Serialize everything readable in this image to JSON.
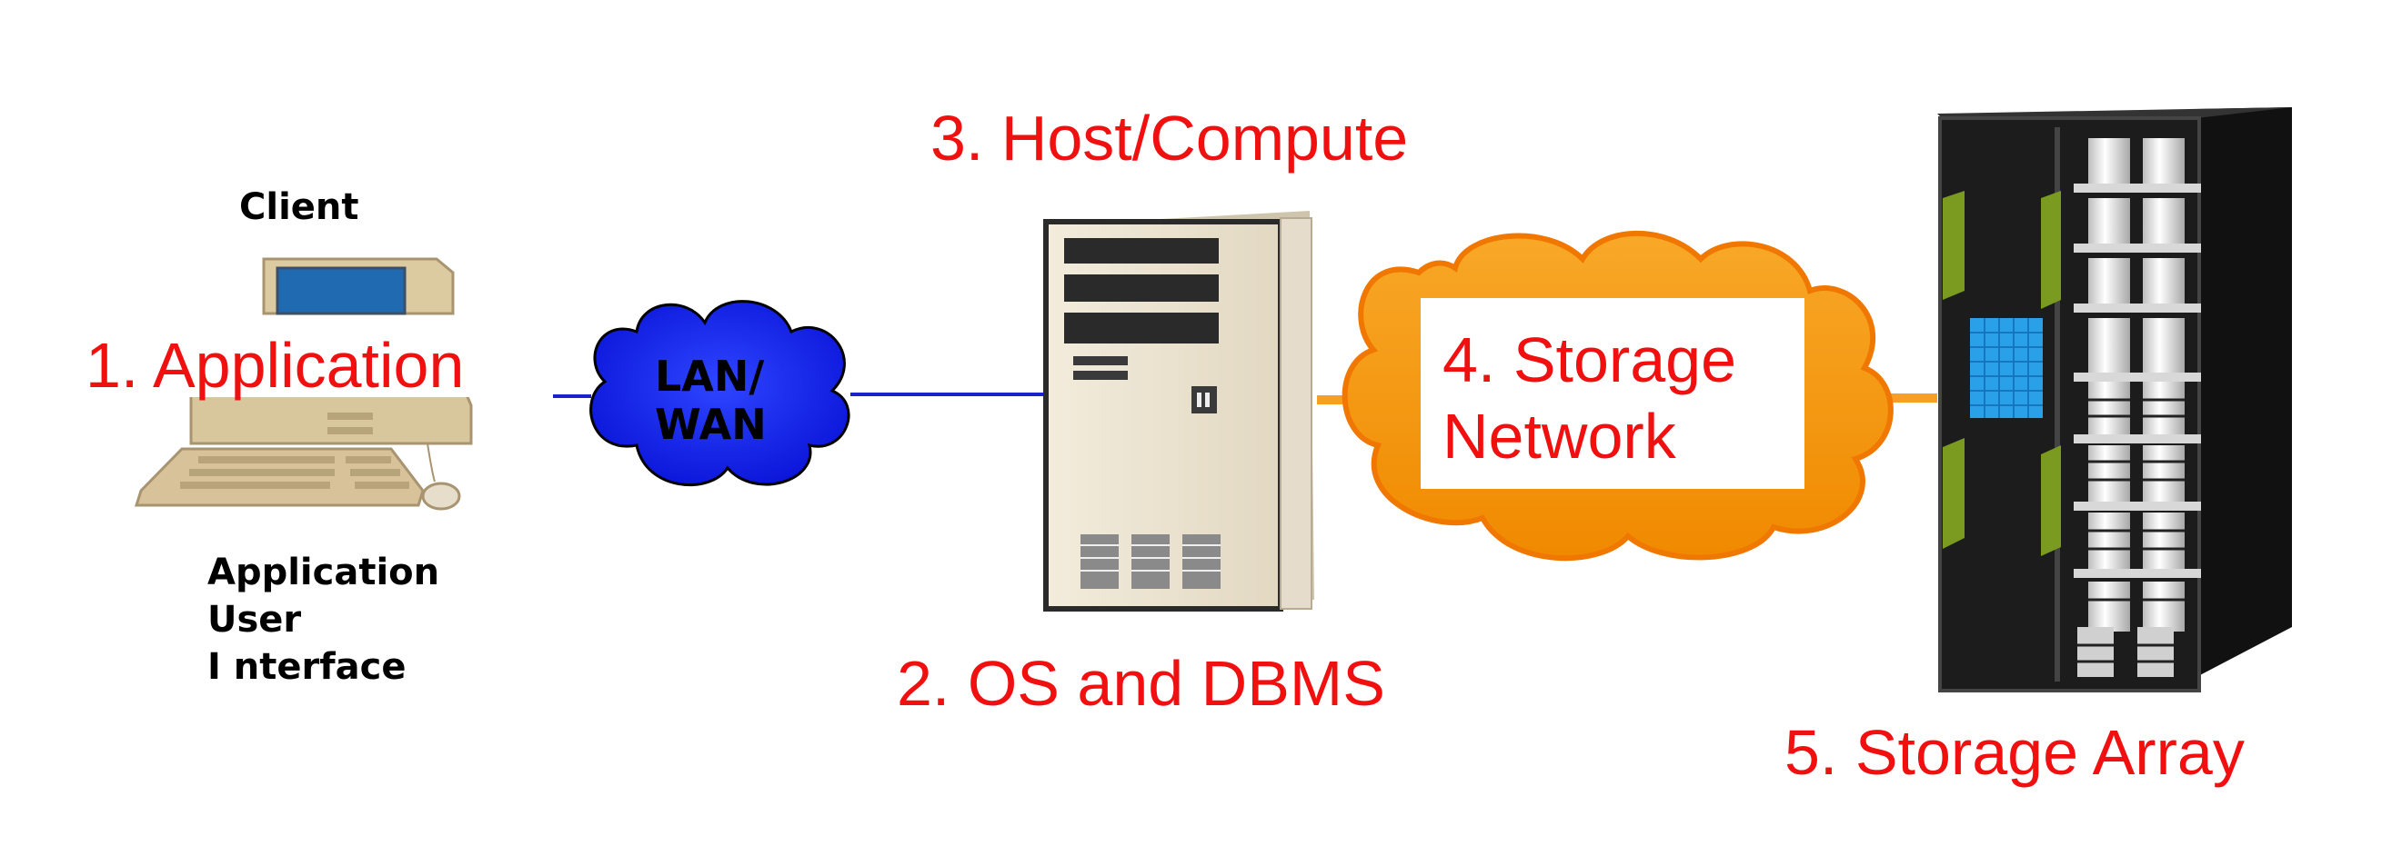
{
  "labels": {
    "client": "Client",
    "application": "1. Application",
    "ui_line1": "Application",
    "ui_line2": "User",
    "ui_line3": "I nterface",
    "lan_line1": "LAN/",
    "lan_line2": "WAN",
    "host": "3. Host/Compute",
    "os_dbms": "2. OS and DBMS",
    "storage_network_line1": "4. Storage",
    "storage_network_line2": "Network",
    "storage_array": "5. Storage Array"
  },
  "colors": {
    "label_red": "#f01010",
    "lan_cloud": "#0a14f0",
    "link_blue": "#1a22cc",
    "san_cloud": "#f59a10",
    "san_link": "#f5a020",
    "array_body": "#1a1a1a",
    "array_module": "#7a9a20",
    "array_chip": "#2aa0e8",
    "tower_body": "#eee6d4"
  },
  "icons": {
    "client": "desktop-computer-icon",
    "lan": "cloud-icon",
    "host": "server-tower-icon",
    "san": "cloud-icon",
    "array": "storage-array-icon"
  }
}
